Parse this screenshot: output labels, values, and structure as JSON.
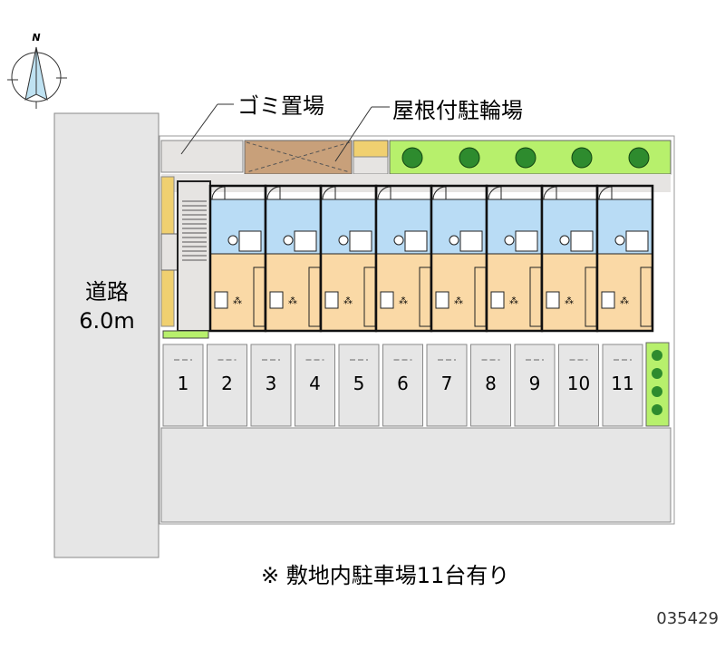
{
  "compass": {
    "north_label": "N"
  },
  "road": {
    "name": "道路",
    "width": "6.0m"
  },
  "labels": {
    "garbage": "ゴミ置場",
    "bicycle": "屋根付駐輪場"
  },
  "units_count": 8,
  "parking": {
    "spaces": [
      "1",
      "2",
      "3",
      "4",
      "5",
      "6",
      "7",
      "8",
      "9",
      "10",
      "11"
    ]
  },
  "note": "※ 敷地内駐車場11台有り",
  "code": "035429",
  "colors": {
    "road": "#e6e6e6",
    "wet": "#b9dcf5",
    "room": "#fad9a6",
    "bicycle": "#c8a07a",
    "green": "#b7f06c",
    "tree": "#2e8b2e",
    "tile": "#f0d070"
  }
}
